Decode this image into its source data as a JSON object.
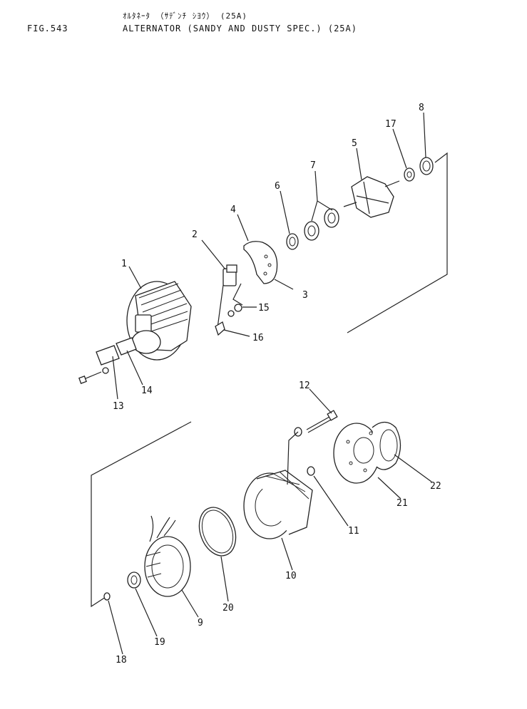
{
  "header": {
    "fig_number": "FIG.543",
    "title_jp": "ｵﾙﾀﾈｰﾀ （ｻﾃﾞﾝﾁ ｼﾖｳ） (25A)",
    "title_en": "ALTERNATOR (SANDY AND DUSTY SPEC.) (25A)"
  },
  "callouts": [
    "1",
    "2",
    "3",
    "4",
    "5",
    "6",
    "7",
    "8",
    "9",
    "10",
    "11",
    "12",
    "13",
    "14",
    "15",
    "16",
    "17",
    "18",
    "19",
    "20",
    "21",
    "22"
  ]
}
